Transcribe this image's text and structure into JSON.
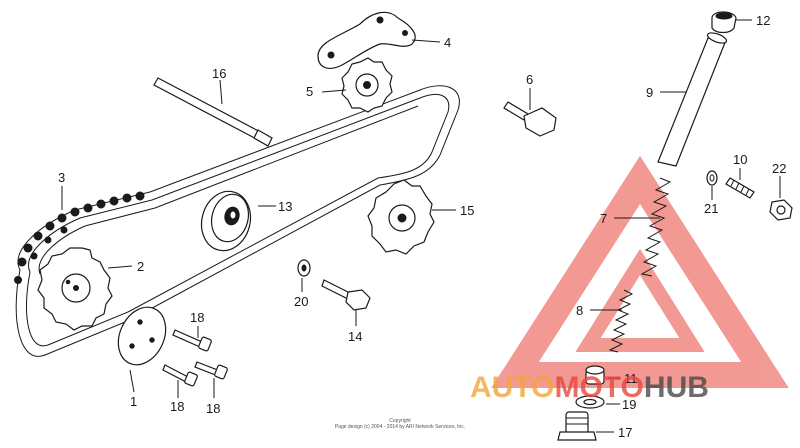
{
  "callouts": {
    "c1": "1",
    "c2": "2",
    "c3": "3",
    "c4": "4",
    "c5": "5",
    "c6": "6",
    "c7": "7",
    "c8": "8",
    "c9": "9",
    "c10": "10",
    "c11": "11",
    "c12": "12",
    "c13": "13",
    "c14": "14",
    "c15": "15",
    "c16": "16",
    "c17": "17",
    "c18a": "18",
    "c18b": "18",
    "c18c": "18",
    "c19": "19",
    "c20": "20",
    "c21": "21",
    "c22": "22"
  },
  "watermark": {
    "part1": "AUTO",
    "part2": "MOTO",
    "part3": "HUB",
    "color_orange": "#f3a53a",
    "color_red": "#e8473c",
    "color_dark": "#4a4a4a"
  },
  "copyright": {
    "line1": "Copyright",
    "line2": "Page design (c) 2004 - 2014 by ARI Network Services, Inc."
  }
}
